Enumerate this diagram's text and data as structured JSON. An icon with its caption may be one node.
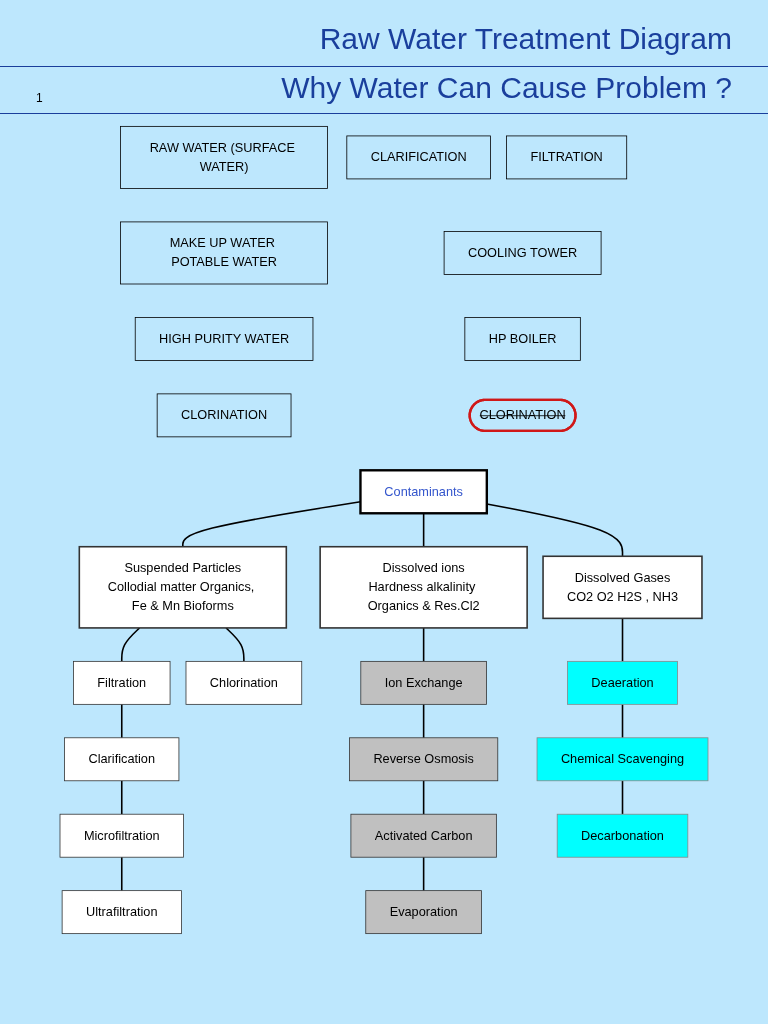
{
  "diagram": {
    "title": "Raw Water Treatment Diagram",
    "nodes": [
      {
        "text": [
          "CLORINATION"
        ]
      },
      {
        "text": [
          "MAKE UP WATER POTABLE WATER"
        ]
      },
      {
        "text": [
          "COOLING TOWER"
        ]
      },
      {
        "text": [
          "RAW WATER (SURFACE WATER)"
        ]
      },
      {
        "text": [
          "CLARIFICATION"
        ]
      },
      {
        "text": [
          "FILTRATION"
        ]
      },
      {
        "text": [
          "HIGH PURITY WATER"
        ]
      },
      {
        "text": [
          "HP BOILER"
        ]
      },
      {
        "text": [
          "CLORINATION"
        ]
      },
      {
        "text": [
          "Contaminants"
        ]
      },
      {
        "text": [
          "Suspended Particles",
          "Collodial matter Organics, Fe & Mn Bioforms"
        ]
      },
      {
        "text": [
          "Dissolved ions",
          "Hardness alkalinity Organics & Res.Cl2"
        ]
      },
      {
        "text": [
          "Dissolved Gases",
          "CO2 O2 H2S , NH3"
        ]
      },
      {
        "text": [
          "Filtration"
        ]
      },
      {
        "text": [
          "Chlorination"
        ]
      },
      {
        "text": [
          "Ion Exchange"
        ]
      },
      {
        "text": [
          "Deaeration"
        ]
      },
      {
        "text": [
          "Clarification"
        ]
      },
      {
        "text": [
          "Reverse Osmosis"
        ]
      },
      {
        "text": [
          "Chemical Scavenging"
        ]
      },
      {
        "text": [
          "Microfiltration"
        ]
      },
      {
        "text": [
          "Activated Carbon"
        ]
      },
      {
        "text": [
          "Decarbonation"
        ]
      },
      {
        "text": [
          "Ultrafiltration"
        ]
      },
      {
        "text": [
          "Evaporation"
        ]
      }
    ],
    "edges": [
      {
        "from": 9,
        "to": 10,
        "arrow": "none"
      },
      {
        "from": 9,
        "to": 11,
        "arrow": "none"
      },
      {
        "from": 9,
        "to": 12,
        "arrow": "none"
      },
      {
        "from": 10,
        "to": 13,
        "arrow": "none"
      },
      {
        "from": 10,
        "to": 14,
        "arrow": "none"
      },
      {
        "from": 13,
        "to": 17,
        "arrow": "none"
      },
      {
        "from": 17,
        "to": 20,
        "arrow": "none"
      },
      {
        "from": 20,
        "to": 23,
        "arrow": "none"
      },
      {
        "from": 11,
        "to": 15,
        "arrow": "none"
      },
      {
        "from": 15,
        "to": 18,
        "arrow": "none"
      },
      {
        "from": 18,
        "to": 21,
        "arrow": "none"
      },
      {
        "from": 21,
        "to": 24,
        "arrow": "none"
      },
      {
        "from": 12,
        "to": 16,
        "arrow": "none"
      },
      {
        "from": 16,
        "to": 19,
        "arrow": "none"
      },
      {
        "from": 19,
        "to": 22,
        "arrow": "none"
      }
    ],
    "labels": [
      "1",
      "Why Water Can Cause Problem ?"
    ]
  }
}
